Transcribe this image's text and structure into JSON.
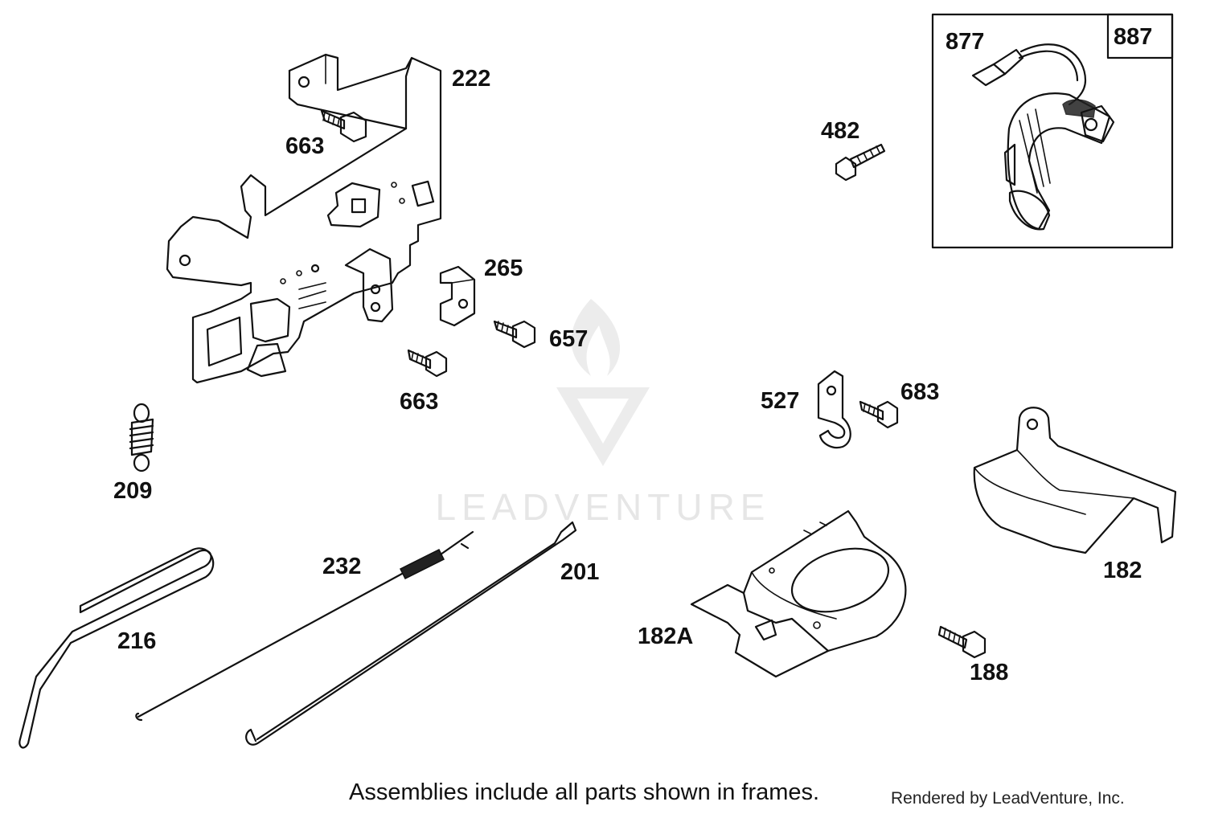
{
  "callouts": {
    "c222": "222",
    "c663a": "663",
    "c663b": "663",
    "c265": "265",
    "c657": "657",
    "c209": "209",
    "c232": "232",
    "c201": "201",
    "c216": "216",
    "c482": "482",
    "c877": "877",
    "c887": "887",
    "c527": "527",
    "c683": "683",
    "c182": "182",
    "c182a": "182A",
    "c188": "188"
  },
  "watermark": {
    "text": "LEADVENTURE"
  },
  "footer": {
    "note": "Assemblies include all parts shown in frames.",
    "credit": "Rendered by LeadVenture, Inc."
  }
}
